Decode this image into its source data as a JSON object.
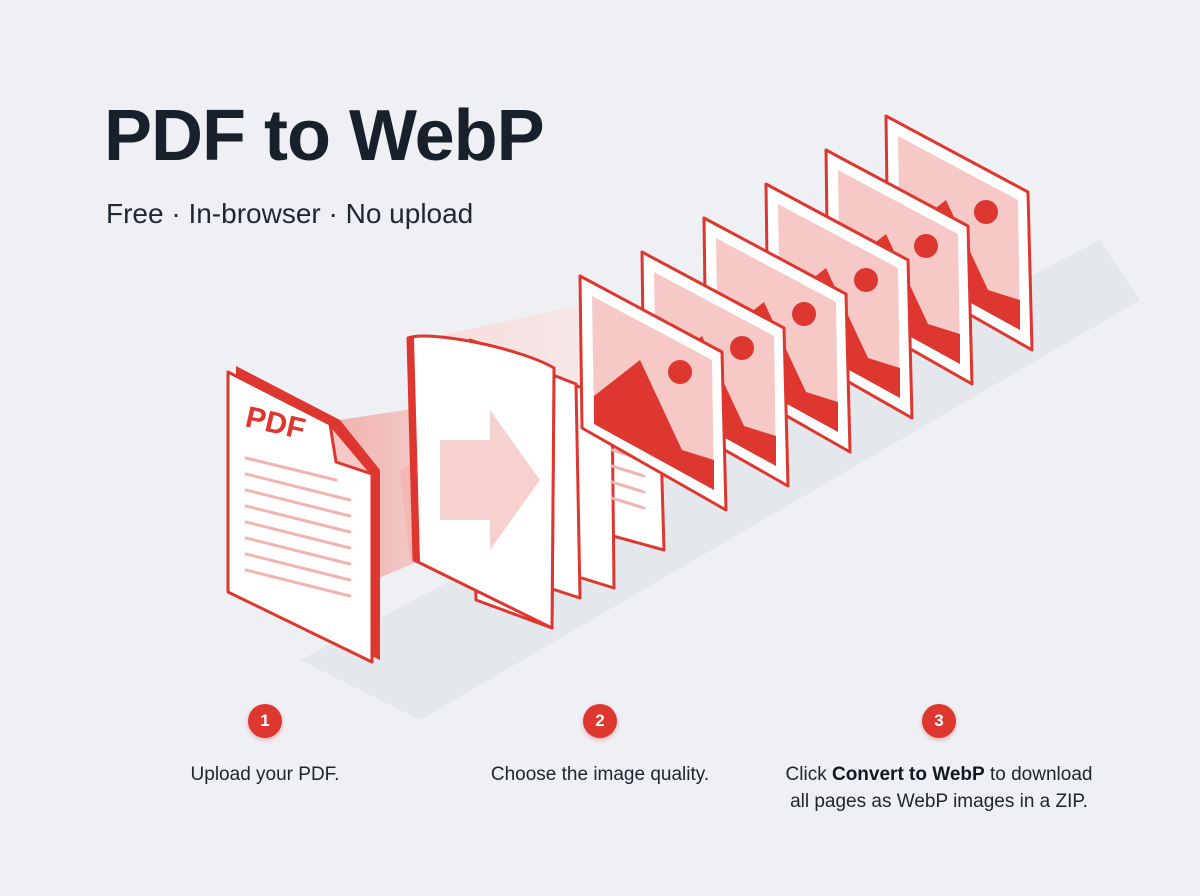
{
  "header": {
    "title": "PDF to WebP",
    "subtitle": "Free · In-browser · No upload"
  },
  "illustration": {
    "pdf_label": "PDF",
    "accent_color": "#dd3730",
    "light_fill": "#f6c9c6"
  },
  "steps": [
    {
      "number": "1",
      "text": "Upload your PDF."
    },
    {
      "number": "2",
      "text": "Choose the image quality."
    },
    {
      "number": "3",
      "text_before": "Click ",
      "text_bold": "Convert to WebP",
      "text_after": " to download",
      "text_line2": "all pages as WebP images in a ZIP."
    }
  ]
}
